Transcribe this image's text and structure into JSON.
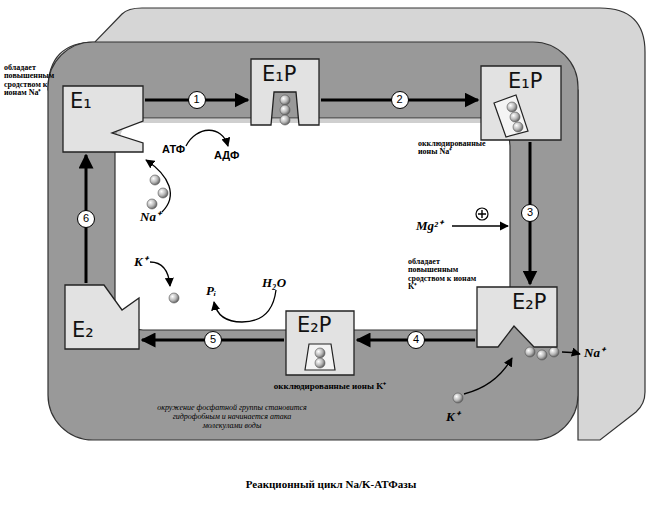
{
  "diagram": {
    "caption": "Реакционный цикл Na/K-АТФазы",
    "nodes": [
      {
        "text": [
          "E₁"
        ]
      },
      {
        "text": [
          "E₁P"
        ]
      },
      {
        "text": [
          "E₁P"
        ]
      },
      {
        "text": [
          "E₂P"
        ]
      },
      {
        "text": [
          "E₂P"
        ]
      },
      {
        "text": [
          "E₂"
        ]
      }
    ],
    "edges": [
      {
        "from": 0,
        "to": 1,
        "arrow": "to",
        "label": "1"
      },
      {
        "from": 1,
        "to": 2,
        "arrow": "to",
        "label": "2"
      },
      {
        "from": 2,
        "to": 3,
        "arrow": "to",
        "label": "3"
      },
      {
        "from": 3,
        "to": 4,
        "arrow": "to",
        "label": "4"
      },
      {
        "from": 4,
        "to": 5,
        "arrow": "to",
        "label": "5"
      },
      {
        "from": 5,
        "to": 0,
        "arrow": "to",
        "label": "6"
      }
    ],
    "labels": [
      "обладает повышенным сродством к ионам Na⁺",
      "АТФ",
      "АДФ",
      "Na⁺",
      "окклюдированные ионы Na⁺",
      "Mg²⁺",
      "обладает повышенным сродством к ионам K⁺",
      "Na⁺",
      "K⁺",
      "окклюдированные ионы K⁺",
      "окружение фосфатной группы становится гидрофобным и начинается атака молекулами воды",
      "K⁺",
      "Pᵢ",
      "H₂O"
    ]
  }
}
